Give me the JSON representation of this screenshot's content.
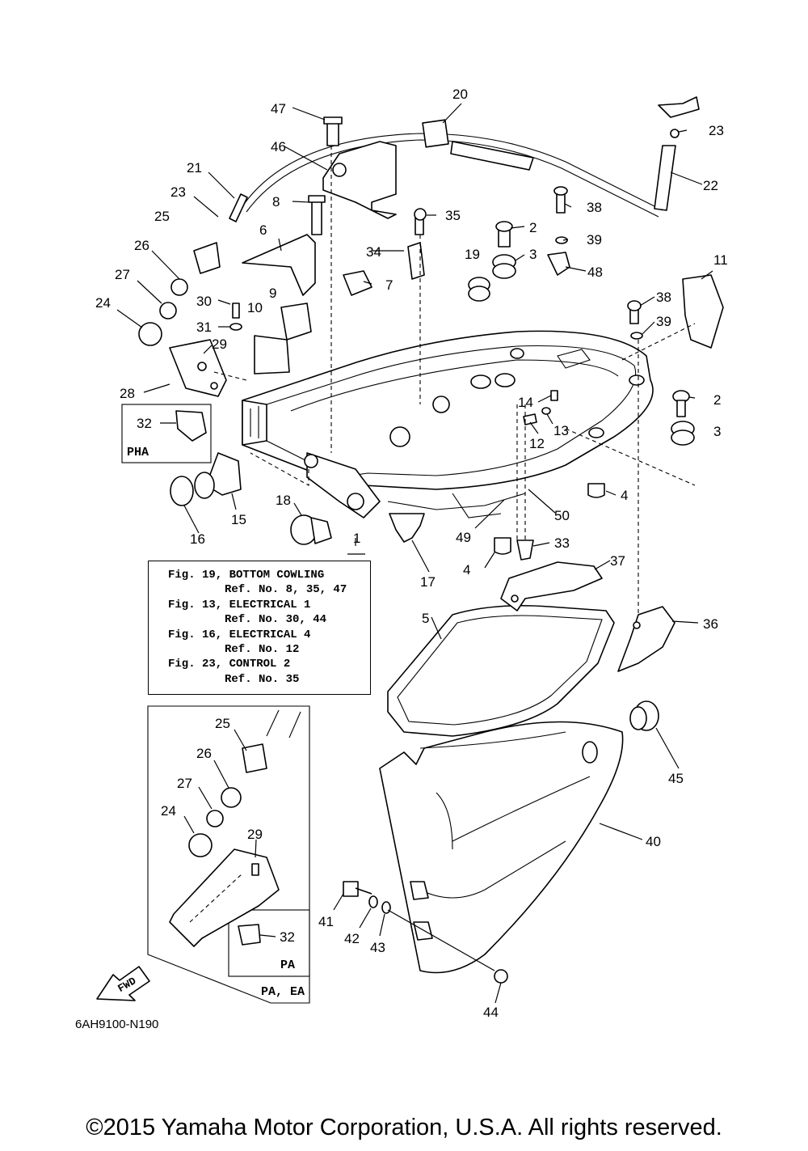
{
  "callouts": {
    "c1": "1",
    "c2a": "2",
    "c2b": "2",
    "c3a": "3",
    "c3b": "3",
    "c4a": "4",
    "c4b": "4",
    "c5": "5",
    "c6": "6",
    "c7": "7",
    "c8": "8",
    "c9": "9",
    "c10": "10",
    "c11": "11",
    "c12": "12",
    "c13": "13",
    "c14": "14",
    "c15": "15",
    "c16": "16",
    "c17": "17",
    "c18": "18",
    "c19": "19",
    "c20": "20",
    "c21": "21",
    "c22": "22",
    "c23a": "23",
    "c23b": "23",
    "c24a": "24",
    "c24b": "24",
    "c25a": "25",
    "c25b": "25",
    "c26a": "26",
    "c26b": "26",
    "c27a": "27",
    "c27b": "27",
    "c28": "28",
    "c29a": "29",
    "c29b": "29",
    "c30": "30",
    "c31": "31",
    "c32a": "32",
    "c32b": "32",
    "c33": "33",
    "c34": "34",
    "c35": "35",
    "c36": "36",
    "c37": "37",
    "c38a": "38",
    "c38b": "38",
    "c39a": "39",
    "c39b": "39",
    "c40": "40",
    "c41": "41",
    "c42": "42",
    "c43": "43",
    "c44": "44",
    "c45": "45",
    "c46": "46",
    "c47": "47",
    "c48": "48",
    "c49": "49",
    "c50": "50"
  },
  "reference_box": {
    "line1": "Fig. 19, BOTTOM COWLING",
    "line2": "Ref. No. 8, 35, 47",
    "line3": "Fig. 13, ELECTRICAL 1",
    "line4": "Ref. No. 30, 44",
    "line5": "Fig. 16, ELECTRICAL 4",
    "line6": "Ref. No. 12",
    "line7": "Fig. 23, CONTROL 2",
    "line8": "Ref. No. 35"
  },
  "variant_labels": {
    "pha": "PHA",
    "pa": "PA",
    "pa_ea": "PA, EA",
    "fwd": "FWD"
  },
  "diagram_code": "6AH9100-N190",
  "copyright": "©2015 Yamaha Motor Corporation, U.S.A. All rights reserved."
}
